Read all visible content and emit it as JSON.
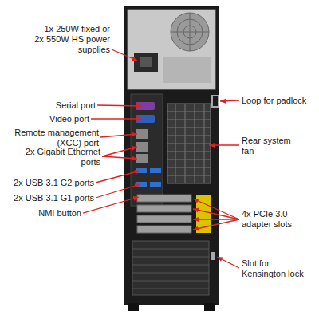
{
  "diagram": {
    "labels": [
      "1x 250W fixed or 2x 550W HS power supplies",
      "Serial port",
      "Video port",
      "Remote management (XCC) port",
      "2x Gigabit Ethernet ports",
      "2x USB 3.1 G2 ports",
      "2x USB 3.1 G1 ports",
      "NMI button",
      "Loop for padlock",
      "Rear system fan",
      "4x PCIe 3.0 adapter slots",
      "Slot for Kensington lock"
    ]
  }
}
